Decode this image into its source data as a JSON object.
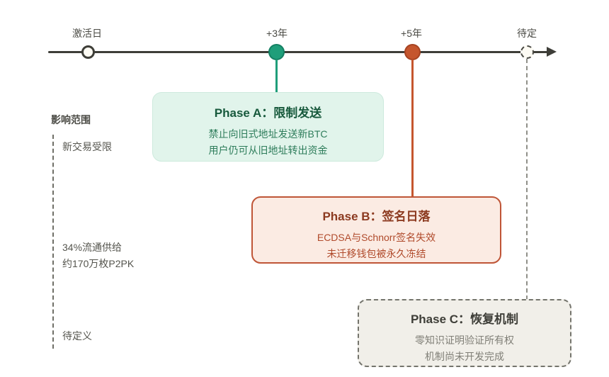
{
  "palette": {
    "background": "#ffffff",
    "axis": "#3e3e38",
    "green_dot": "#1f9e7a",
    "green_card_bg": "#e1f4eb",
    "green_title": "#17593c",
    "green_body": "#2e7d5b",
    "red_dot": "#c5562e",
    "red_card_bg": "#fbebe3",
    "red_border": "#bf5537",
    "red_title": "#8c3a20",
    "red_body": "#b04a2b",
    "gray_card_bg": "#f1efe9",
    "gray_body": "#807f77",
    "label_dark": "#4b4b45",
    "label_muted": "#55554e"
  },
  "timeline": {
    "milestones": [
      {
        "label": "激活日",
        "marker": "hollow-dot"
      },
      {
        "label": "+3年",
        "marker": "green-dot"
      },
      {
        "label": "+5年",
        "marker": "red-dot"
      },
      {
        "label": "待定",
        "marker": "dashed-hollow-dot"
      }
    ]
  },
  "left_rail": {
    "title": "影响范围",
    "items": [
      {
        "lines": [
          "新交易受限"
        ]
      },
      {
        "lines": [
          "34%流通供给",
          "约170万枚P2PK"
        ]
      },
      {
        "lines": [
          "待定义"
        ]
      }
    ]
  },
  "cards": [
    {
      "title": "Phase A：限制发送",
      "lines": [
        "禁止向旧式地址发送新BTC",
        "用户仍可从旧地址转出资金"
      ],
      "theme": "green"
    },
    {
      "title": "Phase B：签名日落",
      "lines": [
        "ECDSA与Schnorr签名失效",
        "未迁移钱包被永久冻结"
      ],
      "theme": "red"
    },
    {
      "title": "Phase C：恢复机制",
      "lines": [
        "零知识证明验证所有权",
        "机制尚未开发完成"
      ],
      "theme": "gray"
    }
  ]
}
